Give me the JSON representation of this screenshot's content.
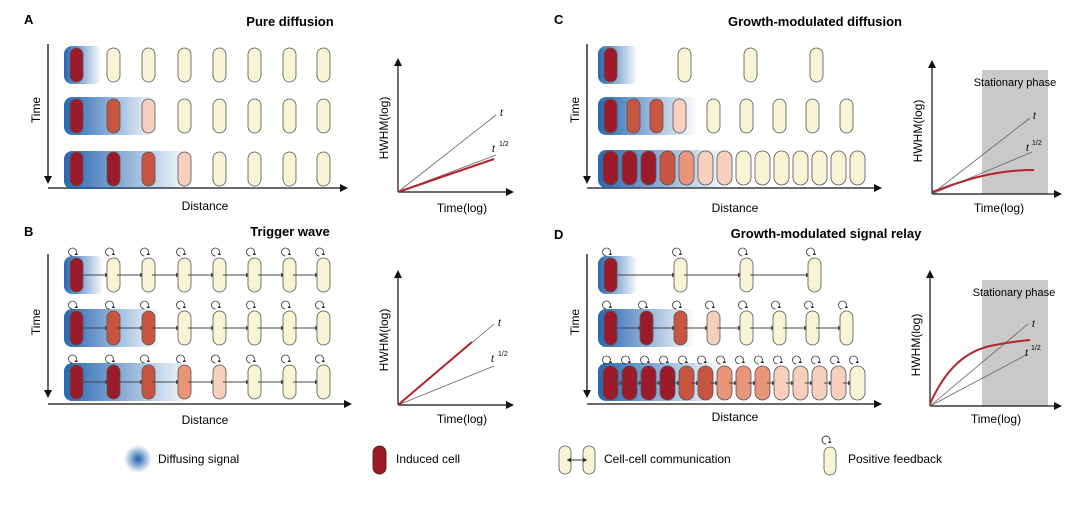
{
  "panels": {
    "A": {
      "letter": "A",
      "title": "Pure diffusion"
    },
    "B": {
      "letter": "B",
      "title": "Trigger wave"
    },
    "C": {
      "letter": "C",
      "title": "Growth-modulated diffusion"
    },
    "D": {
      "letter": "D",
      "title": "Growth-modulated signal relay"
    }
  },
  "axes": {
    "time": "Time",
    "distance": "Distance",
    "hwhm": "HWHM(log)",
    "time_log": "Time(log)"
  },
  "annotations": {
    "stationary_phase": "Stationary phase",
    "slope_t": "t",
    "slope_sqrt_t": "t",
    "slope_sqrt_t_exponent": "1/2"
  },
  "legend": {
    "diffusing_signal": "Diffusing signal",
    "induced_cell": "Induced cell",
    "cell_communication": "Cell-cell communication",
    "positive_feedback": "Positive feedback"
  },
  "colors": {
    "induced": "#9b1b2a",
    "strong": "#c8553f",
    "medium": "#e8957a",
    "weak": "#f6d0bd",
    "uninduced": "#f8f4d6",
    "signal": "#1c5fae",
    "red_curve": "#b3242e",
    "stationary_shading": "#c9c9c9"
  },
  "chart_data": [
    {
      "panel": "A",
      "type": "line",
      "xlabel": "Time(log)",
      "ylabel": "HWHM(log)",
      "series": [
        {
          "name": "t",
          "values": [
            0,
            1
          ]
        },
        {
          "name": "t^1/2",
          "values": [
            0,
            0.5
          ]
        }
      ]
    },
    {
      "panel": "B",
      "type": "line",
      "xlabel": "Time(log)",
      "ylabel": "HWHM(log)",
      "series": [
        {
          "name": "t",
          "values": [
            0,
            1
          ]
        },
        {
          "name": "t^1/2",
          "values": [
            0,
            0.5
          ]
        }
      ]
    },
    {
      "panel": "C",
      "type": "line",
      "xlabel": "Time(log)",
      "ylabel": "HWHM(log)",
      "series": [
        {
          "name": "t",
          "values": [
            0,
            1
          ]
        },
        {
          "name": "t^1/2",
          "values": [
            0,
            0.5
          ]
        }
      ],
      "annotations": [
        "Stationary phase"
      ]
    },
    {
      "panel": "D",
      "type": "line",
      "xlabel": "Time(log)",
      "ylabel": "HWHM(log)",
      "series": [
        {
          "name": "t",
          "values": [
            0,
            1
          ]
        },
        {
          "name": "t^1/2",
          "values": [
            0,
            0.5
          ]
        }
      ],
      "annotations": [
        "Stationary phase"
      ]
    }
  ]
}
